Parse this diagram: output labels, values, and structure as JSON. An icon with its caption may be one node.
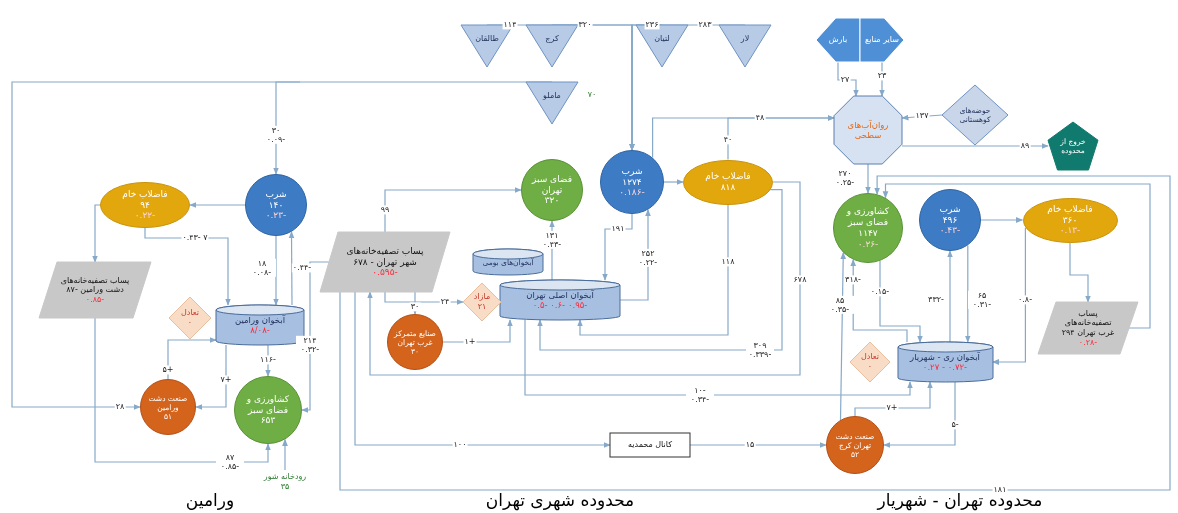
{
  "diagram": {
    "nodes": [
      {
        "text": [
          "فاضلاب خام",
          "۹۴",
          "-۰.۲۲"
        ]
      },
      {
        "text": [
          "شرب",
          "۱۴۰",
          "-۰.۲۳"
        ]
      },
      {
        "text": [
          "پساب تصفیه‌خانه‌های دشت ورامین -۸۷",
          "-۰.۸۵"
        ]
      },
      {
        "text": [
          "آبخوان ورامین",
          "-۸/۰۸"
        ]
      },
      {
        "text": [
          "تعادل",
          "۰"
        ]
      },
      {
        "text": [
          "صنعت دشت ورامین",
          "۵۱"
        ]
      },
      {
        "text": [
          "کشاورزی و فضای سبز",
          "۶۵۳"
        ]
      },
      {
        "text": [
          "پساب تصفیه‌خانه‌های شهر تهران - ۶۷۸",
          "-۰.۵۹۵"
        ]
      },
      {
        "text": [
          "طالقان"
        ]
      },
      {
        "text": [
          "کرج"
        ]
      },
      {
        "text": [
          "لتیان"
        ]
      },
      {
        "text": [
          "لار"
        ]
      },
      {
        "text": [
          "ماملو"
        ],
        "beside": [
          "۷۰"
        ]
      },
      {
        "text": [
          "فضای سبز تهران",
          "۳۲۰"
        ]
      },
      {
        "text": [
          "شرب",
          "۱۲۷۴",
          "-۰.۱۸۶"
        ]
      },
      {
        "text": [
          "فاضلاب خام",
          "۸۱۸"
        ]
      },
      {
        "text": [
          "آبخوان‌های بومی"
        ]
      },
      {
        "text": [
          "آبخوان اصلی تهران",
          "-۰.۹۵ -۰.۶ -۰.۵"
        ]
      },
      {
        "text": [
          "مازاد",
          "۲۱"
        ]
      },
      {
        "text": [
          "صنایع متمرکز غرب تهران",
          "۳۰"
        ]
      },
      {
        "text": [
          "کانال محمدیه"
        ]
      },
      {
        "text": [
          "بارش"
        ]
      },
      {
        "text": [
          "سایر منابع"
        ]
      },
      {
        "text": [
          "روان‌آب‌های سطحی"
        ]
      },
      {
        "text": [
          "حوضه‌های کوهستانی"
        ]
      },
      {
        "text": [
          "خروج از محدوده"
        ]
      },
      {
        "text": [
          "کشاورزی و فضای سبز",
          "۱۱۴۷",
          "-۰.۲۶"
        ]
      },
      {
        "text": [
          "شرب",
          "۴۹۶",
          "-۰.۴۳"
        ]
      },
      {
        "text": [
          "فاضلاب خام",
          "۳۶۰",
          "-۰.۱۳"
        ]
      },
      {
        "text": [
          "پساب تصفیه‌خانه‌های غرب تهران ۲۹۴",
          "-۰.۲۸"
        ]
      },
      {
        "text": [
          "آبخوان ری - شهریار",
          "-۰.۷۲ - ۰.۲۷"
        ]
      },
      {
        "text": [
          "تعادل",
          "۰"
        ]
      },
      {
        "text": [
          "صنعت دشت تهران کرج",
          "۵۲"
        ]
      },
      {
        "text": [
          "رودخانه شور",
          "۳۵"
        ]
      }
    ],
    "edges": [
      {
        "from": 12,
        "to": 1,
        "arrow": "to",
        "label": "۳۰ -۰.۰۹"
      },
      {
        "from": 1,
        "to": 0,
        "arrow": "to"
      },
      {
        "from": 0,
        "to": 2,
        "arrow": "to"
      },
      {
        "from": 0,
        "to": 3,
        "arrow": "to",
        "label": "۷ -۰.۴۳"
      },
      {
        "from": 1,
        "to": 3,
        "arrow": "to",
        "label": "۱۸ -۰.۰۸"
      },
      {
        "from": 3,
        "to": 1,
        "arrow": "to",
        "label": "-۰.۴۴"
      },
      {
        "from": 3,
        "to": 6,
        "arrow": "to",
        "label": "-۱۱۶"
      },
      {
        "from": 7,
        "to": 6,
        "arrow": "to",
        "label": "۲۱۴ -۰.۳۲"
      },
      {
        "from": 5,
        "to": 3,
        "arrow": "to",
        "label": "+۵"
      },
      {
        "from": 3,
        "to": 5,
        "arrow": "to",
        "label": "+۷"
      },
      {
        "from": 2,
        "to": 6,
        "arrow": "to",
        "label": "۸۷ -۰.۸۵"
      },
      {
        "from": null,
        "to": 5,
        "arrow": "to",
        "label": "۲۸"
      },
      {
        "from": 33,
        "to": 6,
        "arrow": "to"
      },
      {
        "from": 8,
        "to": 14,
        "arrow": "to",
        "label": "۱۱۴"
      },
      {
        "from": 9,
        "to": 14,
        "arrow": "to",
        "label": "۳۲۰"
      },
      {
        "from": 10,
        "to": 14,
        "arrow": "to",
        "label": "۲۳۶"
      },
      {
        "from": 11,
        "to": 14,
        "arrow": "to",
        "label": "۲۸۳"
      },
      {
        "from": 14,
        "to": 15,
        "arrow": "to"
      },
      {
        "from": 14,
        "to": 23,
        "arrow": "to",
        "label": "۴۸"
      },
      {
        "from": 15,
        "to": 23,
        "arrow": "to",
        "label": "۴۰"
      },
      {
        "from": 7,
        "to": 13,
        "arrow": "to",
        "label": "۹۹"
      },
      {
        "from": 17,
        "to": 13,
        "arrow": "to",
        "label": "۱۳۱ -۰.۴۳"
      },
      {
        "from": 17,
        "to": 14,
        "arrow": "to",
        "label": "۲۵۲ -۰.۲۲"
      },
      {
        "from": 14,
        "to": 17,
        "arrow": "to",
        "label": "۱۹۱"
      },
      {
        "from": 15,
        "to": 17,
        "arrow": "to",
        "label": "۱۱۸"
      },
      {
        "from": 15,
        "to": 17,
        "arrow": "to",
        "label": "۳۰۹ -۰.۳۳۹"
      },
      {
        "from": 15,
        "to": 7,
        "arrow": "to",
        "label": "۶۷۸"
      },
      {
        "from": 7,
        "to": 18,
        "arrow": "to",
        "label": "۲۴"
      },
      {
        "from": 7,
        "to": 19,
        "arrow": "to",
        "label": "۳۰"
      },
      {
        "from": 19,
        "to": 17,
        "arrow": "to",
        "label": "+۱"
      },
      {
        "from": 7,
        "to": 20,
        "arrow": "to",
        "label": "۱۰۰"
      },
      {
        "from": 20,
        "to": 32,
        "arrow": "to",
        "label": "۱۵"
      },
      {
        "from": 17,
        "to": 30,
        "arrow": "to",
        "label": "-۱۰ -۰.۳۴"
      },
      {
        "from": 7,
        "to": 26,
        "arrow": "to",
        "label": "۱۸۱"
      },
      {
        "from": 21,
        "to": 23,
        "arrow": "to",
        "label": "۲۷"
      },
      {
        "from": 22,
        "to": 23,
        "arrow": "to",
        "label": "۲۳"
      },
      {
        "from": 24,
        "to": 23,
        "arrow": "to",
        "label": "۱۳۷"
      },
      {
        "from": 23,
        "to": 25,
        "arrow": "to",
        "label": "۸۹"
      },
      {
        "from": 23,
        "to": 26,
        "arrow": "to",
        "label": "۲۷۰ -۰.۲۵"
      },
      {
        "from": 27,
        "to": 28,
        "arrow": "to"
      },
      {
        "from": 28,
        "to": 29,
        "arrow": "to"
      },
      {
        "from": 29,
        "to": 26,
        "arrow": "to"
      },
      {
        "from": 30,
        "to": 26,
        "arrow": "to",
        "label": "-۳۱۸"
      },
      {
        "from": 26,
        "to": 30,
        "arrow": "to",
        "label": "-۰.۱۵"
      },
      {
        "from": 30,
        "to": 27,
        "arrow": "to",
        "label": "-۳۳۲"
      },
      {
        "from": 27,
        "to": 30,
        "arrow": "to",
        "label": "۶۵ -۰.۳۱"
      },
      {
        "from": 28,
        "to": 30,
        "arrow": "to",
        "label": "-۰.۸"
      },
      {
        "from": 32,
        "to": 30,
        "arrow": "to",
        "label": "+۷"
      },
      {
        "from": 30,
        "to": 32,
        "arrow": "to",
        "label": "-۵"
      },
      {
        "from": 32,
        "to": 26,
        "arrow": "to",
        "label": "۸۵ -۰.۳۵"
      }
    ],
    "labels": [
      "ورامین",
      "محدوده شهری تهران",
      "محدوده تهران - شهریار"
    ]
  }
}
